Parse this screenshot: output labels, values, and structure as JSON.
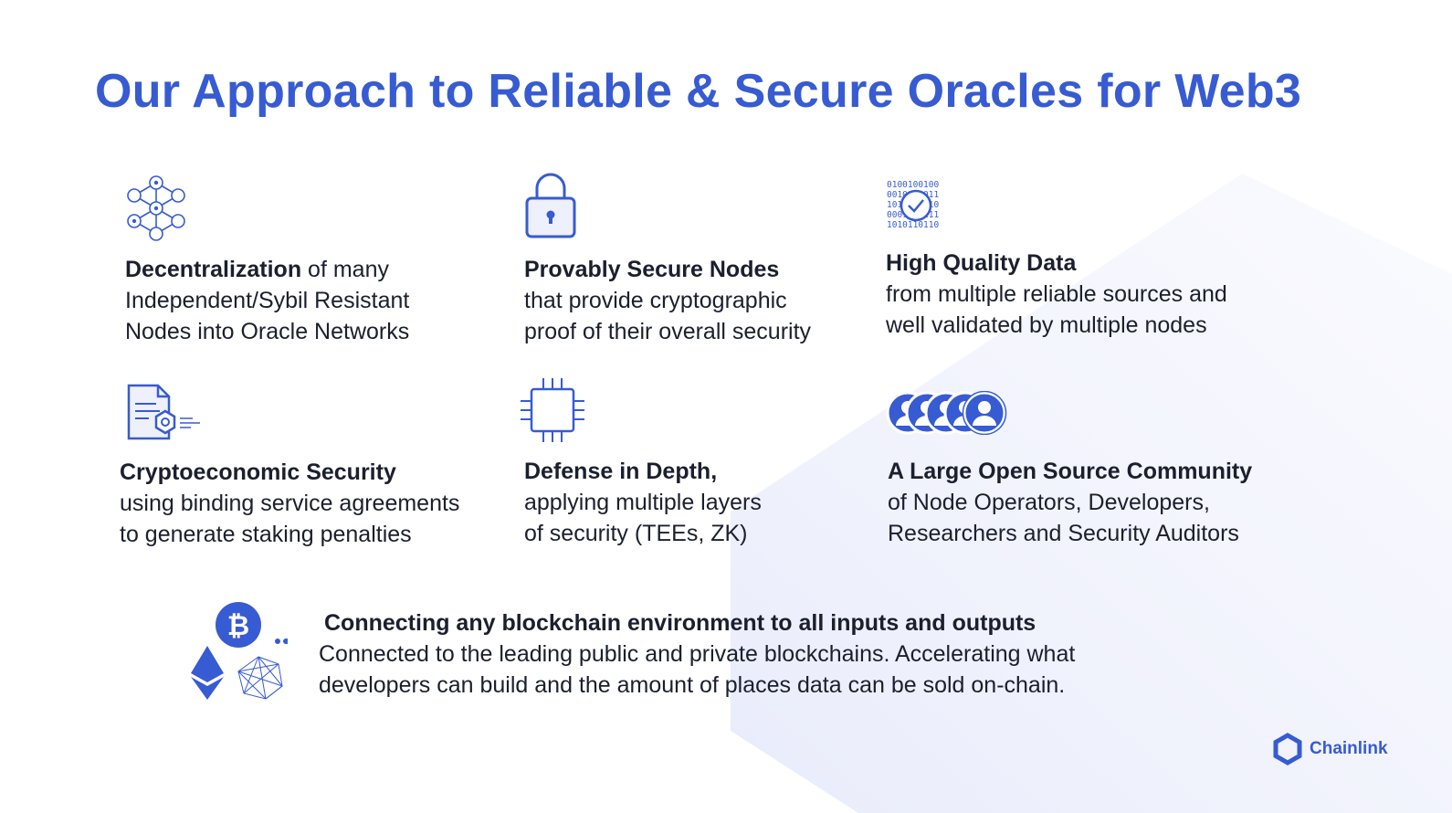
{
  "title": "Our Approach to Reliable & Secure Oracles for Web3",
  "colors": {
    "accent": "#375bd2",
    "text": "#1b1f2e",
    "bg_shape": "#eef0fb"
  },
  "features": [
    {
      "icon": "network-nodes-icon",
      "highlight": "Decentralization",
      "rest_inline": " of many",
      "lines": [
        "Independent/Sybil Resistant",
        "Nodes into Oracle Networks"
      ]
    },
    {
      "icon": "padlock-icon",
      "highlight": "Provably Secure Nodes",
      "rest_inline": "",
      "lines": [
        "that provide cryptographic",
        "proof of their overall security"
      ]
    },
    {
      "icon": "binary-data-check-icon",
      "highlight": "High Quality Data",
      "rest_inline": "",
      "lines": [
        "from multiple reliable sources and",
        "well validated by multiple nodes"
      ],
      "binary_rows": [
        "0100100100",
        "0010011011",
        "1011001110",
        "0001101111",
        "1010110110"
      ]
    },
    {
      "icon": "contract-document-icon",
      "highlight": "Cryptoeconomic Security",
      "rest_inline": "",
      "lines": [
        "using binding service agreements",
        "to generate staking penalties"
      ]
    },
    {
      "icon": "chip-icon",
      "highlight": "Defense in Depth,",
      "rest_inline": "",
      "lines": [
        "applying multiple layers",
        "of security (TEEs, ZK)"
      ]
    },
    {
      "icon": "community-people-icon",
      "highlight": "A Large Open Source Community",
      "rest_inline": "",
      "lines": [
        "of Node Operators, Developers,",
        "Researchers and Security Auditors"
      ]
    }
  ],
  "bottom": {
    "heading": "Connecting any blockchain environment to all inputs and outputs",
    "lines": [
      "Connected to the leading public and private blockchains. Accelerating what",
      "developers can build and the amount of places data can be sold on-chain."
    ],
    "icons": [
      "bitcoin-icon",
      "ethereum-icon",
      "polyhedron-network-icon",
      "more-dots-icon"
    ]
  },
  "logo": {
    "text": "Chainlink",
    "icon": "chainlink-hexagon-icon"
  }
}
